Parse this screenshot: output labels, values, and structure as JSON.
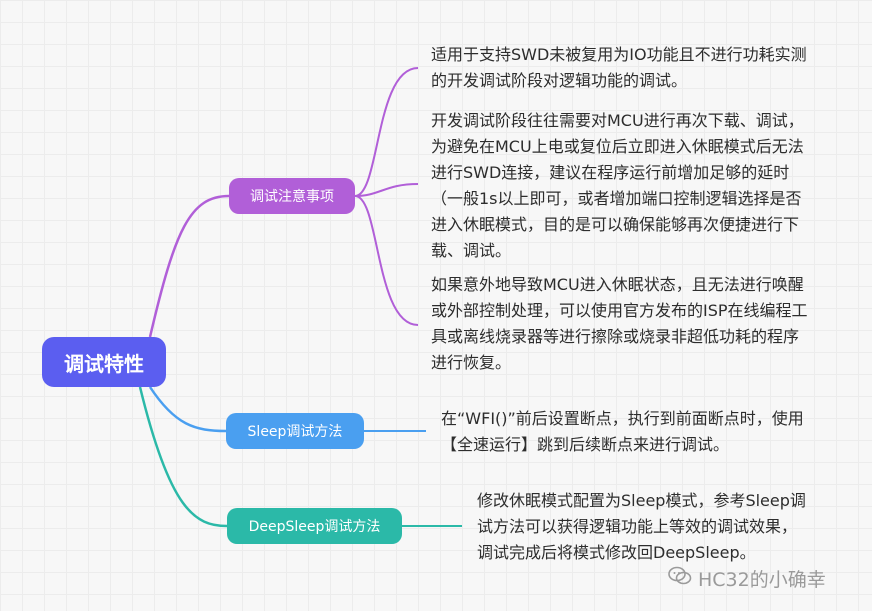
{
  "root": {
    "label": "调试特性"
  },
  "branches": [
    {
      "label": "调试注意事项",
      "color": "#b15fd8",
      "leaves": [
        "适用于支持SWD未被复用为IO功能且不进行功耗实测的开发调试阶段对逻辑功能的调试。",
        "开发调试阶段往往需要对MCU进行再次下载、调试，为避免在MCU上电或复位后立即进入休眠模式后无法进行SWD连接，建议在程序运行前增加足够的延时（一般1s以上即可，或者增加端口控制逻辑选择是否进入休眠模式，目的是可以确保能够再次便捷进行下载、调试。",
        "如果意外地导致MCU进入休眠状态，且无法进行唤醒或外部控制处理，可以使用官方发布的ISP在线编程工具或离线烧录器等进行擦除或烧录非超低功耗的程序进行恢复。"
      ]
    },
    {
      "label": "Sleep调试方法",
      "color": "#4a9ff0",
      "leaves": [
        "在“WFI()”前后设置断点，执行到前面断点时，使用【全速运行】跳到后续断点来进行调试。"
      ]
    },
    {
      "label": "DeepSleep调试方法",
      "color": "#2bb9a8",
      "leaves": [
        "修改休眠模式配置为Sleep模式，参考Sleep调试方法可以获得逻辑功能上等效的调试效果，调试完成后将模式修改回DeepSleep。"
      ]
    }
  ],
  "watermark": {
    "text": "HC32的小确幸",
    "icon": "wechat-icon"
  }
}
